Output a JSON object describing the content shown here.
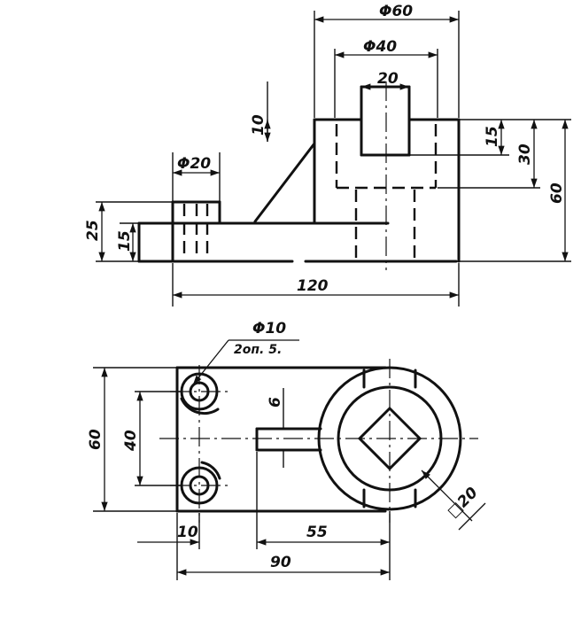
{
  "front_view": {
    "dims": {
      "phi60": "Φ60",
      "phi40": "Φ40",
      "w20": "20",
      "h10": "10",
      "h15r": "15",
      "h30": "30",
      "h60": "60",
      "phi20": "Φ20",
      "h25": "25",
      "h15l": "15",
      "w120": "120"
    }
  },
  "top_view": {
    "dims": {
      "phi10": "Φ10",
      "holes_note": "2оп. 5.",
      "h60": "60",
      "h40": "40",
      "w6": "6",
      "sq20": "□20",
      "w10": "10",
      "w55": "55",
      "w90": "90"
    }
  }
}
